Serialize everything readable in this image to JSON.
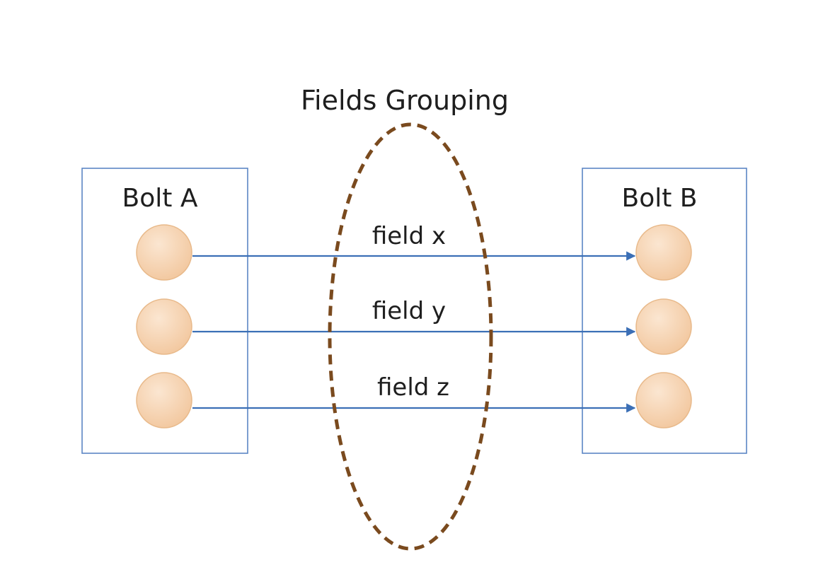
{
  "title": "Fields Grouping",
  "bolts": {
    "source": {
      "label": "Bolt A",
      "tasks": 3
    },
    "target": {
      "label": "Bolt B",
      "tasks": 3
    }
  },
  "fields": [
    {
      "label": "field x"
    },
    {
      "label": "field y"
    },
    {
      "label": "field z"
    }
  ],
  "colors": {
    "box_border": "#5b86c4",
    "arrow": "#3b6fb6",
    "node_fill": "#f6d4b2",
    "node_border": "#e8b98a",
    "grouping_outline": "#7a4a1e"
  }
}
